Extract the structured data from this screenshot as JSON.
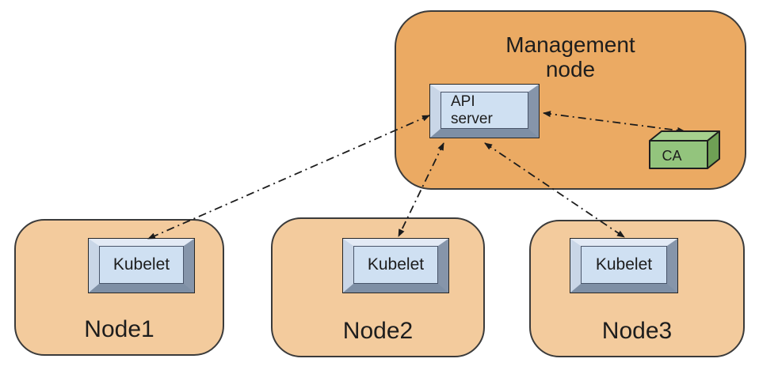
{
  "diagram": {
    "management_node": {
      "label": "Management node"
    },
    "api_server": {
      "label": "API server"
    },
    "ca": {
      "label": "CA"
    },
    "nodes": [
      {
        "label": "Node1",
        "component": "Kubelet"
      },
      {
        "label": "Node2",
        "component": "Kubelet"
      },
      {
        "label": "Node3",
        "component": "Kubelet"
      }
    ],
    "connections": [
      {
        "from": "API server",
        "to": "Kubelet (Node1)",
        "style": "dash-dot",
        "bidirectional": true
      },
      {
        "from": "API server",
        "to": "Kubelet (Node2)",
        "style": "dash-dot",
        "bidirectional": true
      },
      {
        "from": "API server",
        "to": "Kubelet (Node3)",
        "style": "dash-dot",
        "bidirectional": true
      },
      {
        "from": "API server",
        "to": "CA",
        "style": "dash-dot",
        "bidirectional": true
      }
    ],
    "colors": {
      "management_fill": "#ebaa63",
      "node_fill": "#f3cb9d",
      "group_outline": "#3b3b3b",
      "component_face": "#cfe0f2",
      "bevel_light": "#e3eaf5",
      "bevel_dark": "#7e8fa5",
      "ca_front": "#93c47d",
      "ca_top": "#a6d08e",
      "ca_side": "#6fa055",
      "arrow": "#1c1c1c",
      "background": "#ffffff"
    }
  }
}
